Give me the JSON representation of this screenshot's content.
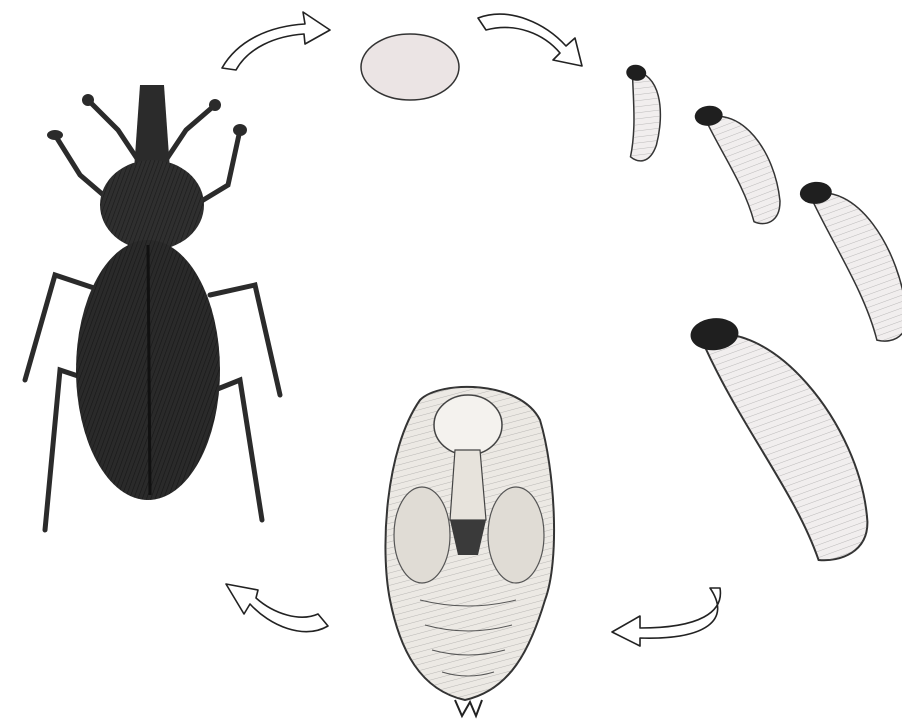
{
  "diagram": {
    "type": "life-cycle",
    "stages": [
      {
        "id": "adult",
        "depiction": "weevil-icon"
      },
      {
        "id": "egg",
        "depiction": "egg-icon"
      },
      {
        "id": "larva-instar-1",
        "depiction": "grub-icon"
      },
      {
        "id": "larva-instar-2",
        "depiction": "grub-icon"
      },
      {
        "id": "larva-instar-3",
        "depiction": "grub-icon"
      },
      {
        "id": "larva-instar-4",
        "depiction": "grub-icon"
      },
      {
        "id": "pupa",
        "depiction": "pupa-icon"
      }
    ],
    "arrows": [
      {
        "from": "adult",
        "to": "egg"
      },
      {
        "from": "egg",
        "to": "larva-instar-1"
      },
      {
        "from": "larva-instar-4",
        "to": "pupa"
      },
      {
        "from": "pupa",
        "to": "adult"
      }
    ],
    "colors": {
      "adult_body": "#2b2b2b",
      "egg_fill": "#ebe4e4",
      "larva_body": "#f1eeee",
      "larva_head": "#1f1f1f",
      "pupa_body": "#ece9e4",
      "outline": "#333333"
    }
  }
}
